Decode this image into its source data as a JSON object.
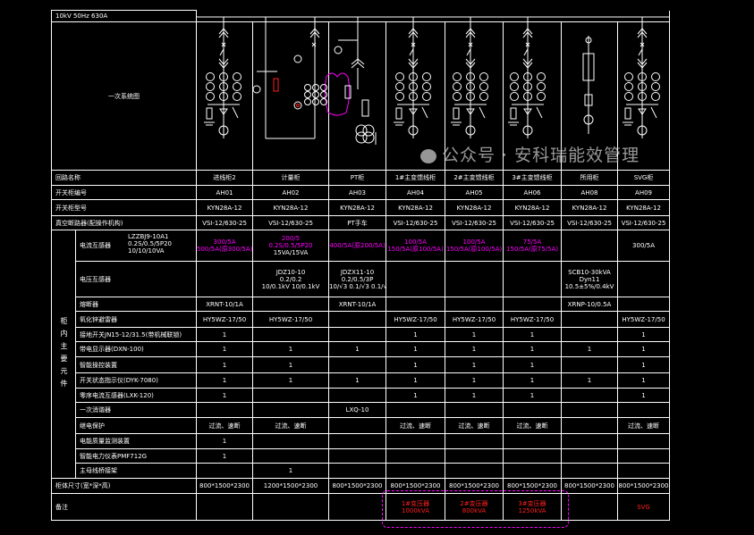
{
  "header": {
    "bus_rating": "10kV 50Hz 630A",
    "diagram_label": "一次系统图",
    "vertical_label": "柜内主要元件"
  },
  "colors": {
    "line": "#ffffff",
    "revision": "#ff00ff",
    "note": "#ff2020"
  },
  "rows": [
    {
      "label": "回路名称",
      "cells": [
        "进线柜2",
        "计量柜",
        "PT柜",
        "1#主变馈线柜",
        "2#主变馈线柜",
        "3#主变馈线柜",
        "所用柜",
        "SVG柜"
      ]
    },
    {
      "label": "开关柜编号",
      "cells": [
        "AH01",
        "AH02",
        "AH03",
        "AH04",
        "AH05",
        "AH06",
        "AH08",
        "AH09"
      ]
    },
    {
      "label": "开关柜型号",
      "cells": [
        "KYN28A-12",
        "KYN28A-12",
        "KYN28A-12",
        "KYN28A-12",
        "KYN28A-12",
        "KYN28A-12",
        "KYN28A-12",
        "KYN28A-12"
      ]
    },
    {
      "label": "真空断路器(配操作机构)",
      "cells": [
        "VSI-12/630-25",
        "VSI-12/630-25",
        "PT手车",
        "VSI-12/630-25",
        "VSI-12/630-25",
        "VSI-12/630-25",
        "VSI-12/630-25",
        "VSI-12/630-25"
      ]
    },
    {
      "label": "电流互感器",
      "sub": [
        "LZZBJ9-10A1",
        "0.2S/0.5/5P20",
        "10/10/10VA"
      ],
      "cells": [
        {
          "lines": [
            {
              "t": "300/5A",
              "c": "mag"
            },
            {
              "t": "500/5A(原300/5A)",
              "c": "mag"
            }
          ]
        },
        {
          "lines": [
            {
              "t": "200/5",
              "c": "mag"
            },
            {
              "t": "0.2S/0.5/5P20",
              "c": "mag"
            },
            {
              "t": "15VA/15VA",
              "c": ""
            }
          ]
        },
        {
          "lines": [
            {
              "t": "400/5A(原200/5A)",
              "c": "mag"
            }
          ]
        },
        {
          "lines": [
            {
              "t": "100/5A",
              "c": "mag"
            },
            {
              "t": "150/5A(原100/5A)",
              "c": "mag"
            }
          ]
        },
        {
          "lines": [
            {
              "t": "100/5A",
              "c": "mag"
            },
            {
              "t": "150/5A(原100/5A)",
              "c": "mag"
            }
          ]
        },
        {
          "lines": [
            {
              "t": "75/5A",
              "c": "mag"
            },
            {
              "t": "150/5A(原75/5A)",
              "c": "mag"
            }
          ]
        },
        {
          "lines": []
        },
        {
          "lines": [
            {
              "t": "300/5A",
              "c": ""
            }
          ]
        }
      ]
    },
    {
      "label": "电压互感器",
      "cells": [
        {
          "lines": []
        },
        {
          "lines": [
            {
              "t": "JDZ10-10",
              "c": ""
            },
            {
              "t": "0.2/0.2",
              "c": ""
            },
            {
              "t": "10/0.1kV  10/0.1kV",
              "c": ""
            }
          ]
        },
        {
          "lines": [
            {
              "t": "JDZX11-10",
              "c": ""
            },
            {
              "t": "0.2/0.5/3P",
              "c": ""
            },
            {
              "t": "10/√3 0.1/√3 0.1/√3 0.1/3",
              "c": ""
            }
          ]
        },
        {
          "lines": []
        },
        {
          "lines": []
        },
        {
          "lines": []
        },
        {
          "lines": [
            {
              "t": "SCB10-30kVA",
              "c": ""
            },
            {
              "t": "Dyn11",
              "c": ""
            },
            {
              "t": "10.5±5%/0.4kV",
              "c": ""
            }
          ]
        },
        {
          "lines": []
        }
      ]
    },
    {
      "label": "熔断器",
      "cells": [
        "XRNT-10/1A",
        "",
        "XRNT-10/1A",
        "",
        "",
        "",
        "XRNP-10/0.5A",
        ""
      ]
    },
    {
      "label": "氧化锌避雷器",
      "cells": [
        "HY5WZ-17/50",
        "HY5WZ-17/50",
        "",
        "HY5WZ-17/50",
        "HY5WZ-17/50",
        "HY5WZ-17/50",
        "",
        "HY5WZ-17/50"
      ]
    },
    {
      "label": "接地开关JN15-12/31.5(带机械联锁)",
      "cells": [
        "1",
        "",
        "",
        "1",
        "1",
        "1",
        "",
        "1"
      ]
    },
    {
      "label": "带电显示器(DXN-100)",
      "cells": [
        "1",
        "1",
        "1",
        "1",
        "1",
        "1",
        "1",
        "1"
      ]
    },
    {
      "label": "智能操控装置",
      "cells": [
        "1",
        "1",
        "",
        "1",
        "1",
        "1",
        "",
        "1"
      ]
    },
    {
      "label": "开关状态指示仪(DYK-7080)",
      "cells": [
        "1",
        "1",
        "1",
        "1",
        "1",
        "1",
        "1",
        "1"
      ]
    },
    {
      "label": "零序电流互感器(LXK-120)",
      "cells": [
        "1",
        "",
        "",
        "1",
        "1",
        "1",
        "",
        "1"
      ]
    },
    {
      "label": "一次消谐器",
      "cells": [
        "",
        "",
        "LXQ-10",
        "",
        "",
        "",
        "",
        ""
      ]
    },
    {
      "label": "继电保护",
      "cells": [
        "过流、速断",
        "过流、速断",
        "",
        "过流、速断",
        "过流、速断",
        "过流、速断",
        "",
        "过流、速断"
      ]
    },
    {
      "label": "电能质量监测装置",
      "cells": [
        "1",
        "",
        "",
        "",
        "",
        "",
        "",
        ""
      ]
    },
    {
      "label": "智能电力仪表PMF712G",
      "cells": [
        "1",
        "",
        "",
        "",
        "",
        "",
        "",
        ""
      ]
    },
    {
      "label": "主母线桥接架",
      "cells": [
        "",
        "1",
        "",
        "",
        "",
        "",
        "",
        ""
      ]
    },
    {
      "label": "柜体尺寸(宽*深*高)",
      "cells": [
        "800*1500*2300",
        "1200*1500*2300",
        "800*1500*2300",
        "800*1500*2300",
        "800*1500*2300",
        "800*1500*2300",
        "800*1500*2300",
        "800*1500*2300"
      ]
    },
    {
      "label": "备注",
      "cells": [
        {
          "lines": []
        },
        {
          "lines": []
        },
        {
          "lines": []
        },
        {
          "lines": [
            {
              "t": "1#变压器",
              "c": "red"
            },
            {
              "t": "1000kVA",
              "c": "red"
            }
          ]
        },
        {
          "lines": [
            {
              "t": "2#变压器",
              "c": "red"
            },
            {
              "t": "800kVA",
              "c": "red"
            }
          ]
        },
        {
          "lines": [
            {
              "t": "3#变压器",
              "c": "red"
            },
            {
              "t": "1250kVA",
              "c": "red"
            }
          ]
        },
        {
          "lines": []
        },
        {
          "lines": [
            {
              "t": "SVG",
              "c": "red"
            }
          ]
        }
      ]
    }
  ],
  "watermark": "公众号 · 安科瑞能效管理"
}
